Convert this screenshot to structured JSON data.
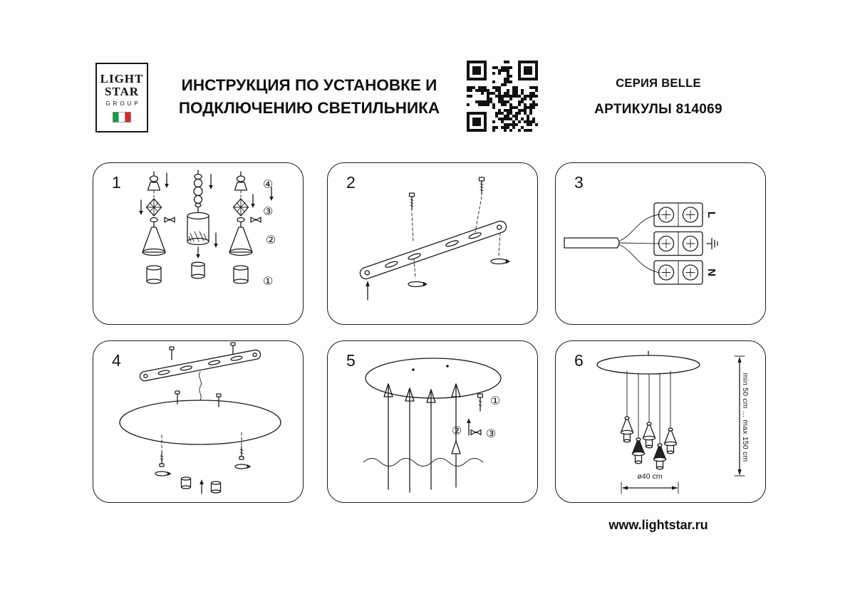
{
  "document": {
    "title_line1": "ИНСТРУКЦИЯ ПО УСТАНОВКЕ И",
    "title_line2": "ПОДКЛЮЧЕНИЮ СВЕТИЛЬНИКА",
    "series": "СЕРИЯ BELLE",
    "articles": "АРТИКУЛЫ 814069",
    "website": "www.lightstar.ru"
  },
  "logo": {
    "line1": "LIGHT",
    "line2": "STAR",
    "line3": "GROUP"
  },
  "colors": {
    "ink": "#1b1b1b",
    "flag_green": "#169b46",
    "flag_red": "#d02c2f"
  },
  "panels": [
    {
      "number": "1",
      "callouts": [
        "④",
        "③",
        "②",
        "①"
      ]
    },
    {
      "number": "2"
    },
    {
      "number": "3",
      "terminal_live": "L",
      "terminal_neutral": "N"
    },
    {
      "number": "4"
    },
    {
      "number": "5",
      "callouts": [
        "①",
        "②",
        "③"
      ]
    },
    {
      "number": "6",
      "height_range": "min 50 cm ... max 150 cm",
      "diameter": "ø40 cm"
    }
  ]
}
